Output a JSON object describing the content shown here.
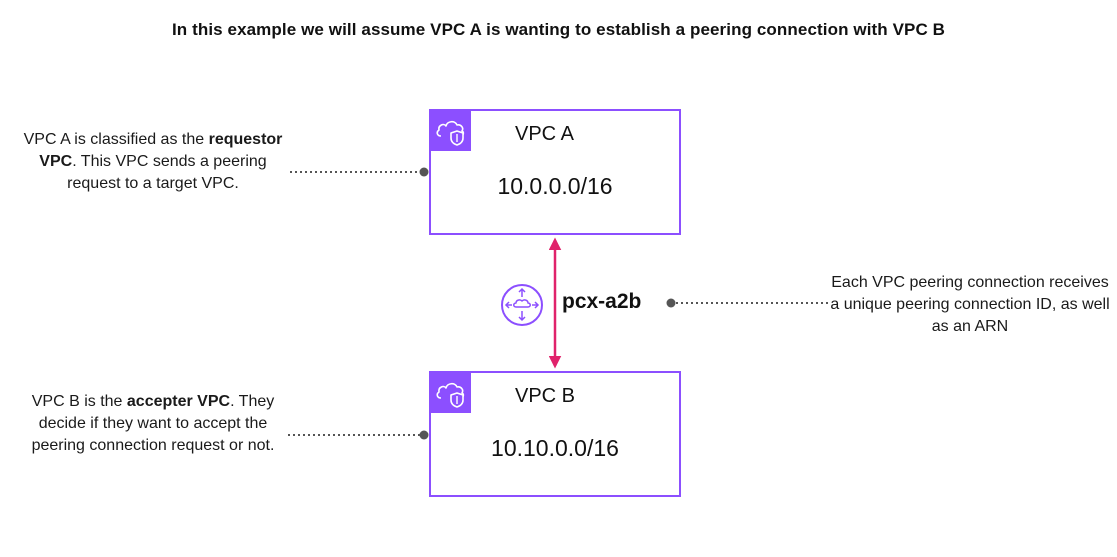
{
  "diagram": {
    "title": "In this example we will assume VPC A is wanting to establish a peering connection with VPC B",
    "colors": {
      "vpc_border": "#8c4fff",
      "icon_fill": "#8c4fff",
      "peering_arrow": "#e0226b",
      "connector": "#555555"
    },
    "vpc_a": {
      "name": "VPC A",
      "cidr": "10.0.0.0/16",
      "icon": "vpc-cloud-shield-icon"
    },
    "vpc_b": {
      "name": "VPC B",
      "cidr": "10.10.0.0/16",
      "icon": "vpc-cloud-shield-icon"
    },
    "peering": {
      "id": "pcx-a2b",
      "icon": "peering-connection-icon"
    },
    "notes": {
      "requestor": {
        "before": "VPC A is classified as the ",
        "bold": "requestor VPC",
        "after": ". This VPC sends a peering request to a target VPC."
      },
      "accepter": {
        "before": "VPC B is the ",
        "bold": "accepter VPC",
        "after": ". They decide if they want to accept the peering connection request or not."
      },
      "peering_id": "Each VPC peering connection receives a unique peering connection ID, as well as an ARN"
    }
  }
}
